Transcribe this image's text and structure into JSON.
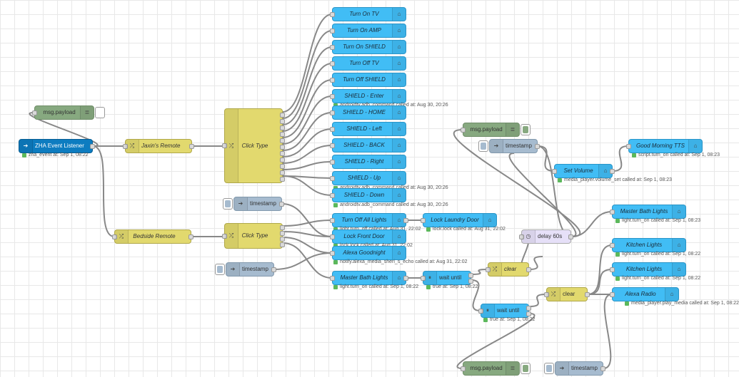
{
  "colors": {
    "ha": "#41bdf5",
    "switch": "#e2d96e",
    "debug": "#87a980",
    "inject": "#a6bbcf",
    "zha": "#0d7cc0",
    "delay": "#e6e0f8",
    "status_ok": "#5cb85c",
    "wire": "#888888"
  },
  "icons": {
    "ha": "home-assistant-icon",
    "switch": "switch-icon",
    "debug": "debug-list-icon",
    "inject": "inject-arrow-icon",
    "wait": "wait-until-icon",
    "delay": "timer-icon",
    "zha": "zha-event-icon"
  },
  "nodes": {
    "zha_listener": {
      "label": "ZHA Event Listener",
      "status": "zha_event at: Sep 1, 08:22"
    },
    "debug_top": {
      "label": "msg.payload"
    },
    "jaxins_remote": {
      "label": "Jaxin's Remote"
    },
    "bedside_remote": {
      "label": "Bedside Remote"
    },
    "click_type_1": {
      "label": "Click Type"
    },
    "click_type_2": {
      "label": "Click Type"
    },
    "turn_on_tv": {
      "label": "Turn On TV"
    },
    "turn_on_amp": {
      "label": "Turn On AMP"
    },
    "turn_on_shield": {
      "label": "Turn On SHIELD"
    },
    "turn_off_tv": {
      "label": "Turn Off TV"
    },
    "turn_off_shield": {
      "label": "Turn Off SHIELD"
    },
    "shield_enter": {
      "label": "SHIELD - Enter",
      "status": "androidtv.adb_command called at: Aug 30, 20:26"
    },
    "shield_home": {
      "label": "SHIELD - HOME"
    },
    "shield_left": {
      "label": "SHIELD - Left"
    },
    "shield_back": {
      "label": "SHIELD - BACK"
    },
    "shield_right": {
      "label": "SHIELD - Right"
    },
    "shield_up": {
      "label": "SHIELD - Up",
      "status": "androidtv.adb_command called at: Aug 30, 20:26"
    },
    "shield_down": {
      "label": "SHIELD - Down",
      "status": "androidtv.adb_command called at: Aug 30, 20:26"
    },
    "timestamp_1": {
      "label": "timestamp"
    },
    "timestamp_2": {
      "label": "timestamp"
    },
    "turn_off_all": {
      "label": "Turn Off All Lights",
      "status": "light.turn_off called at: Aug 31, 22:02"
    },
    "lock_front": {
      "label": "Lock Front Door",
      "status": "lock.lock called at: Aug 31, 22:02"
    },
    "lock_laundry": {
      "label": "Lock Laundry Door",
      "status": "lock.lock called at: Aug 31, 22:02"
    },
    "alexa_goodnight": {
      "label": "Alexa Goodnight",
      "status": "notify.alexa_media_sheri_s_echo called at: Aug 31, 22:02"
    },
    "master_bath_1": {
      "label": "Master Bath Lights",
      "status": "light.turn_on called at: Sep 1, 08:22"
    },
    "wait_until_1": {
      "label": "wait until",
      "status": "true at: Sep 1, 08:22"
    },
    "clear_1": {
      "label": "clear"
    },
    "wait_until_2": {
      "label": "wait until",
      "status": "true at: Sep 1, 08:22"
    },
    "clear_2": {
      "label": "clear"
    },
    "debug_mid": {
      "label": "msg.payload"
    },
    "timestamp_3": {
      "label": "timestamp"
    },
    "set_volume": {
      "label": "Set Volume",
      "status": "media_player.volume_set called at: Sep 1, 08:23"
    },
    "good_morning": {
      "label": "Good Morning TTS",
      "status": "script.turn_on called at: Sep 1, 08:23"
    },
    "master_bath_2": {
      "label": "Master Bath Lights",
      "status": "light.turn_on called at: Sep 1, 08:23"
    },
    "delay_60": {
      "label": "delay 60s"
    },
    "kitchen_1": {
      "label": "Kitchen Lights",
      "status": "light.turn_on called at: Sep 1, 08:22"
    },
    "kitchen_2": {
      "label": "Kitchen Lights",
      "status": "light.turn_on called at: Sep 1, 08:22"
    },
    "alexa_radio": {
      "label": "Alexa Radio",
      "status": "media_player.play_media called at: Sep 1, 08:22"
    },
    "debug_bottom": {
      "label": "msg.payload"
    },
    "timestamp_4": {
      "label": "timestamp"
    }
  }
}
